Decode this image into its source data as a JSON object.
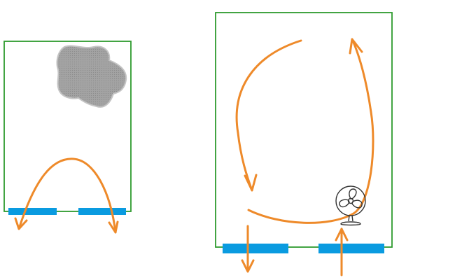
{
  "colors": {
    "room_outline": "#2e9a2e",
    "airflow_arrow": "#ee8a2a",
    "vent": "#0a9be0",
    "smoke_cloud": "#a3a3a3",
    "smoke_cloud_edge": "#c4c4c4",
    "fan": "#333333",
    "background": "#ffffff"
  },
  "icons": {
    "smoke": "smoke-cloud-icon",
    "fan": "fan-icon"
  },
  "panels": [
    {
      "id": "left-room",
      "has_smoke": true,
      "has_fan": false,
      "vent_count": 2
    },
    {
      "id": "right-room",
      "has_smoke": false,
      "has_fan": true,
      "vent_count": 2
    }
  ]
}
